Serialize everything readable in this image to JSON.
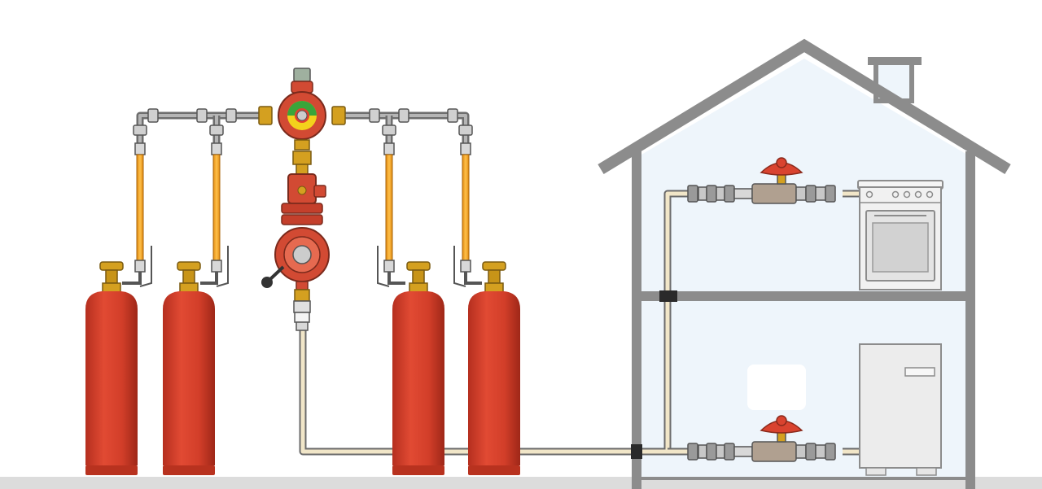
{
  "diagram": {
    "cylinder_count": 4,
    "floors": 2,
    "appliances": [
      "stove-icon",
      "boiler-icon"
    ],
    "components": [
      "gas-cylinder",
      "flexible-hose",
      "manifold-pipe",
      "pressure-regulator",
      "gas-supply-pipe",
      "ball-valve",
      "house"
    ]
  },
  "colors": {
    "background": "#ffffff",
    "ground": "#dcdcdc",
    "cylinder_body": "#d7402a",
    "cylinder_shade": "#a82a1c",
    "valve_brass": "#d4a020",
    "hose_orange": "#f5a623",
    "pipe_grey": "#8a8a8a",
    "supply_pipe": "#f1e6c8",
    "house_fill": "#eef5fb",
    "house_wall": "#8c8c8c",
    "regulator_red": "#d24a33",
    "valve_handle": "#d9432f",
    "appliance_fill": "#ececec"
  }
}
